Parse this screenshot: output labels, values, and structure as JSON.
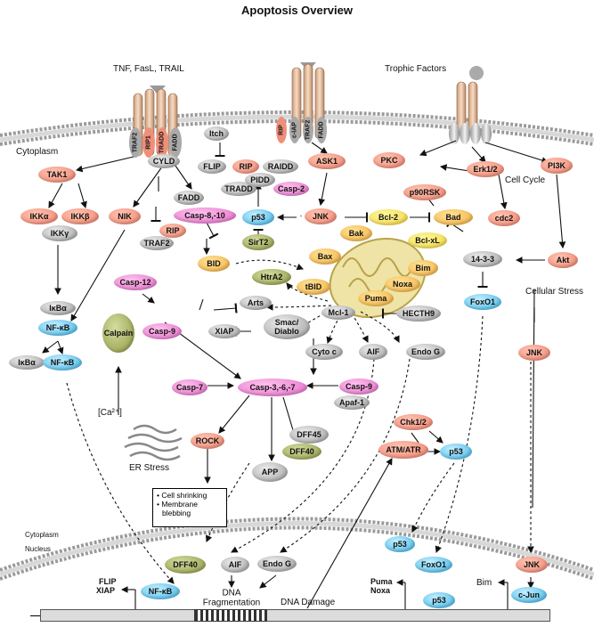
{
  "title": "Apoptosis Overview",
  "labels": {
    "ligands": "TNF, FasL, TRAIL",
    "trophic": "Trophic Factors",
    "cytoplasm_top": "Cytoplasm",
    "cell_cycle": "Cell Cycle",
    "cellular_stress": "Cellular Stress",
    "ca": "[Ca²⁺]",
    "er_stress": "ER Stress",
    "cytoplasm_bottom": "Cytoplasm",
    "nucleus": "Nucleus",
    "dna_fragmentation_1": "DNA",
    "dna_fragmentation_2": "Fragmentation",
    "dna_damage": "DNA Damage",
    "flip_gene": "FLIP",
    "xiap_gene": "XIAP",
    "puma_gene": "Puma",
    "noxa_gene": "Noxa",
    "bim_gene": "Bim"
  },
  "receptor_adaptors": {
    "left": [
      "TRAF2",
      "RIP1",
      "TRADD",
      "FADD"
    ],
    "middle": [
      "RIP",
      "c-IAP",
      "TRAF2",
      "FADD"
    ]
  },
  "outcome_box": [
    "• Cell shrinking",
    "• Membrane",
    "  blebbing"
  ],
  "nodes": {
    "cyld": "CYLD",
    "itch": "Itch",
    "flip": "FLIP",
    "fadd": "FADD",
    "tradd": "TRADD",
    "casp8": "Casp-8,-10",
    "rip_a": "RIP",
    "traf2_b": "TRAF2",
    "rip_b": "RIP",
    "raidd": "RAIDD",
    "pidd": "PIDD",
    "casp2": "Casp-2",
    "tak1": "TAK1",
    "ikka": "IKKα",
    "ikkb": "IKKβ",
    "ikkg": "IKKγ",
    "nik": "NIK",
    "ikba_1": "IκBα",
    "nfkb_1": "NF-κB",
    "ikba_2": "IκBα",
    "nfkb_2": "NF-κB",
    "ask1": "ASK1",
    "pkc": "PKC",
    "pi3k": "PI3K",
    "p90rsk": "p90RSK",
    "erk": "Erk1/2",
    "cdc2": "cdc2",
    "jnk_1": "JNK",
    "p53_1": "p53",
    "sirt2": "SirT2",
    "bcl2": "Bcl-2",
    "bad": "Bad",
    "bclxl": "Bcl-xL",
    "bid": "BID",
    "bak": "Bak",
    "bax": "Bax",
    "bim": "Bim",
    "noxa": "Noxa",
    "puma": "Puma",
    "tbid": "tBID",
    "mcl1": "Mcl-1",
    "hecth9": "HECTH9",
    "htra2": "HtrA2",
    "arts": "Arts",
    "smac_1": "Smac/",
    "smac_2": "Diablo",
    "xiap": "XIAP",
    "akt": "Akt",
    "p1433": "14-3-3",
    "foxo1_1": "FoxO1",
    "jnk_2": "JNK",
    "casp12": "Casp-12",
    "calpain": "Calpain",
    "casp9_1": "Casp-9",
    "cytoc": "Cyto c",
    "aif_1": "AIF",
    "endog_1": "Endo G",
    "casp7": "Casp-7",
    "casp3": "Casp-3,-6,-7",
    "casp9_2": "Casp-9",
    "apaf1": "Apaf-1",
    "rock": "ROCK",
    "dff45": "DFF45",
    "dff40_1": "DFF40",
    "app": "APP",
    "chk": "Chk1/2",
    "atm": "ATM/ATR",
    "p53_2": "p53",
    "p53_3": "p53",
    "foxo1_2": "FoxO1",
    "jnk_3": "JNK",
    "nfkb_3": "NF-κB",
    "dff40_2": "DFF40",
    "aif_2": "AIF",
    "endog_2": "Endo G",
    "p53_4": "p53",
    "cjun": "c-Jun"
  }
}
